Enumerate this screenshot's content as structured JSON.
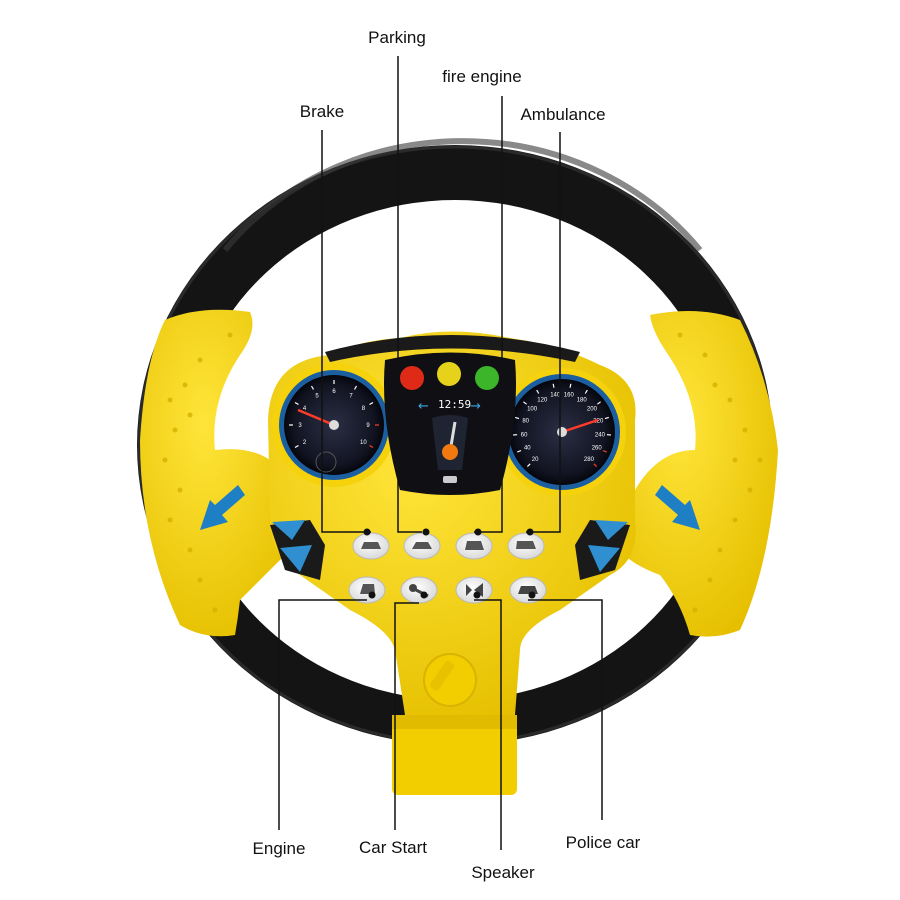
{
  "callouts": {
    "brake": "Brake",
    "parking": "Parking",
    "fire_engine": "fire engine",
    "ambulance": "Ambulance",
    "engine": "Engine",
    "car_start": "Car Start",
    "speaker": "Speaker",
    "police_car": "Police car"
  },
  "dashboard": {
    "clock": "12:59",
    "tach_ticks": [
      "2",
      "3",
      "4",
      "5",
      "6",
      "7",
      "8",
      "9",
      "10"
    ],
    "speed_ticks": [
      "20",
      "40",
      "60",
      "80",
      "100",
      "120",
      "140",
      "160",
      "180",
      "200",
      "220",
      "240",
      "260",
      "280"
    ]
  },
  "colors": {
    "rim": "#141414",
    "body": "#f5d20c",
    "accent": "#1f7fc4",
    "light_red": "#e02a18",
    "light_yellow": "#e6d21a",
    "light_green": "#3db52a"
  }
}
